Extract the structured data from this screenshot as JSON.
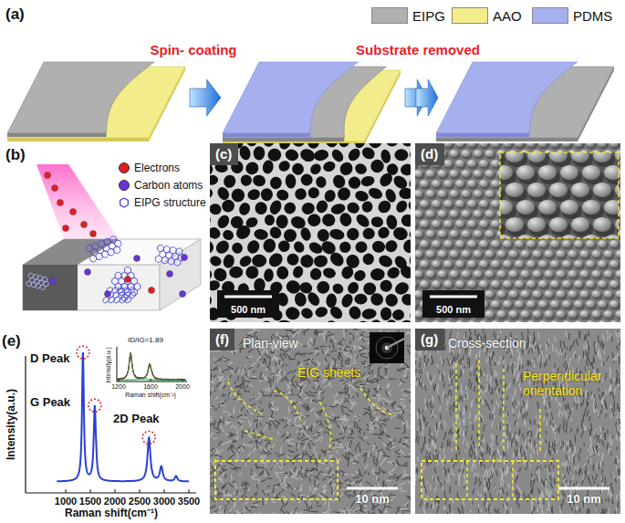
{
  "diagram": {
    "nodes": [
      {
        "text": [
          "500 nm"
        ]
      },
      {
        "text": [
          "(c)"
        ],
        "in": 0
      },
      {
        "text": [
          "500 nm"
        ]
      },
      {
        "text": [
          "(d)"
        ],
        "in": 2
      },
      {
        "text": [
          "Plan-view",
          "EIG sheets",
          "10 nm"
        ]
      },
      {
        "text": [
          "(f)"
        ],
        "in": 4
      },
      {
        "text": [
          "Cross-section",
          "Perpendicular orientation",
          "10 nm"
        ]
      },
      {
        "text": [
          "(g)"
        ],
        "in": 6
      }
    ],
    "labels": [
      "(a)",
      "Spin- coating",
      "Substrate removed",
      "(b)",
      "(e)",
      "D Peak",
      "G Peak",
      "2D Peak",
      "1000",
      "1500",
      "2000",
      "2500",
      "3000",
      "3500",
      "Raman shift(cm⁻¹)",
      "Intensity(a.u.)",
      "ID/IG=1.89",
      "1200",
      "1600",
      "2000",
      "Raman shift(cm⁻¹)",
      "Intensity(a.u.)"
    ],
    "legend": [
      {
        "text": "EIPG",
        "color": "#b0b0b0"
      },
      {
        "text": "AAO",
        "color": "#f3ec8a"
      },
      {
        "text": "PDMS",
        "color": "#a7b0ee"
      },
      {
        "text": "Electrons",
        "color": "#e02020"
      },
      {
        "text": "Carbon atoms",
        "color": "#6a34d8"
      },
      {
        "text": "EIPG structure"
      }
    ]
  }
}
